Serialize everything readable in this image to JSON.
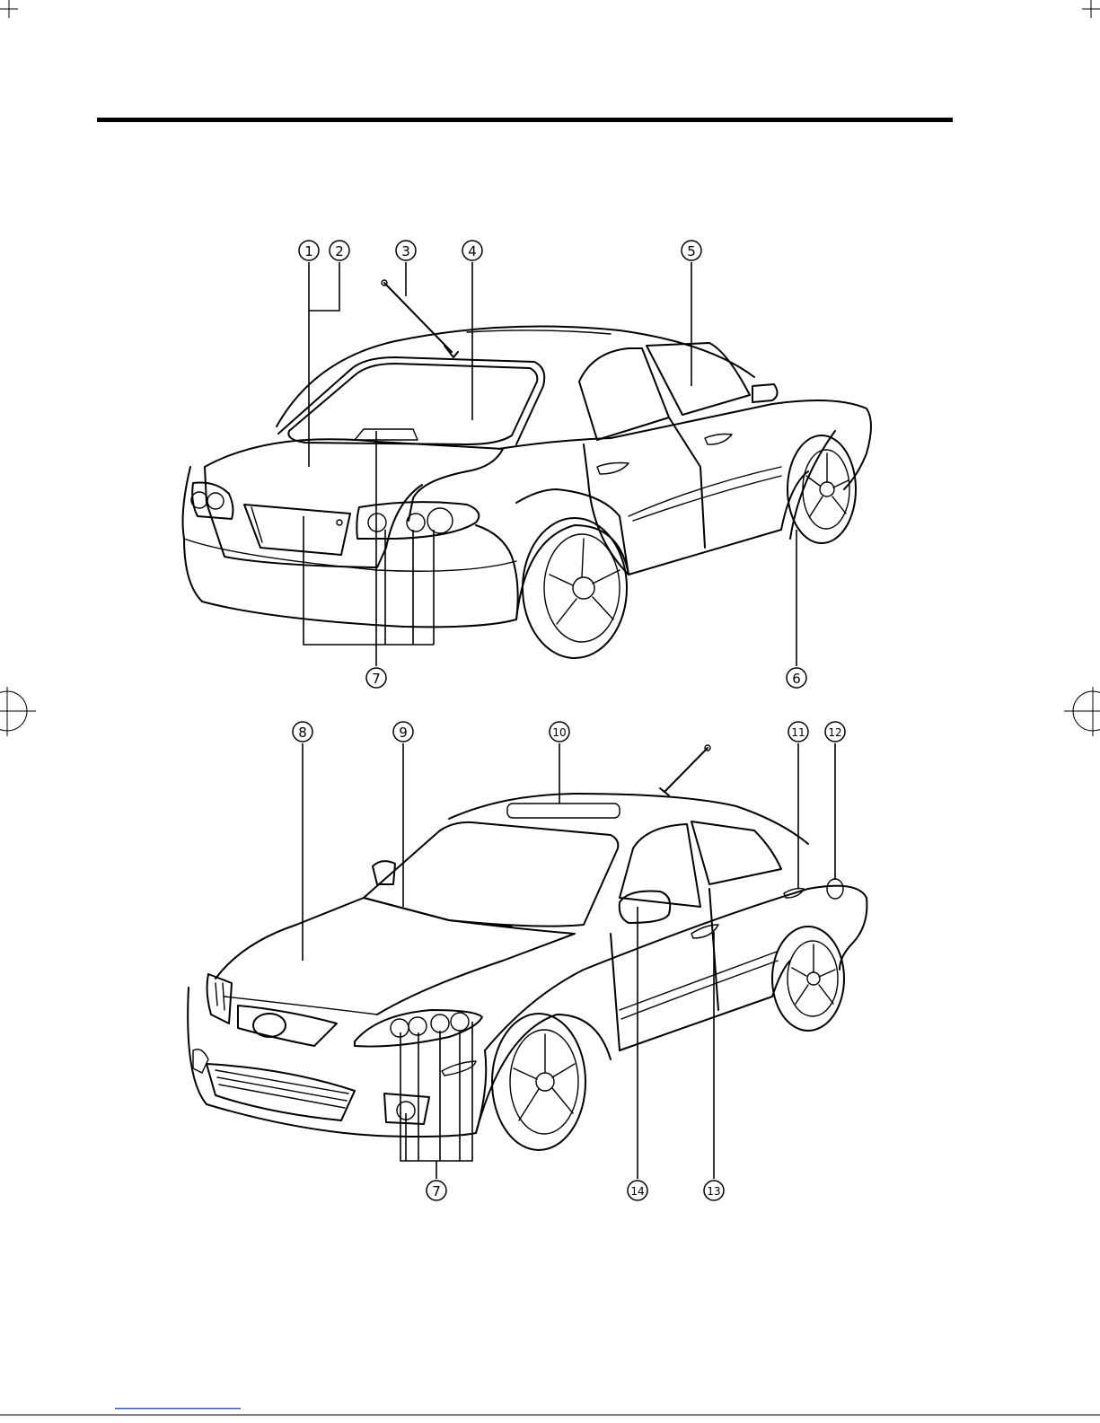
{
  "callouts_rear": [
    {
      "id": "c1",
      "label": "1"
    },
    {
      "id": "c2",
      "label": "2"
    },
    {
      "id": "c3",
      "label": "3"
    },
    {
      "id": "c4",
      "label": "4"
    },
    {
      "id": "c5",
      "label": "5"
    },
    {
      "id": "c6",
      "label": "6"
    },
    {
      "id": "c7a",
      "label": "7"
    }
  ],
  "callouts_front": [
    {
      "id": "c8",
      "label": "8"
    },
    {
      "id": "c9",
      "label": "9"
    },
    {
      "id": "c10",
      "label": "10"
    },
    {
      "id": "c11",
      "label": "11"
    },
    {
      "id": "c12",
      "label": "12"
    },
    {
      "id": "c7b",
      "label": "7"
    },
    {
      "id": "c14",
      "label": "14"
    },
    {
      "id": "c13",
      "label": "13"
    }
  ]
}
